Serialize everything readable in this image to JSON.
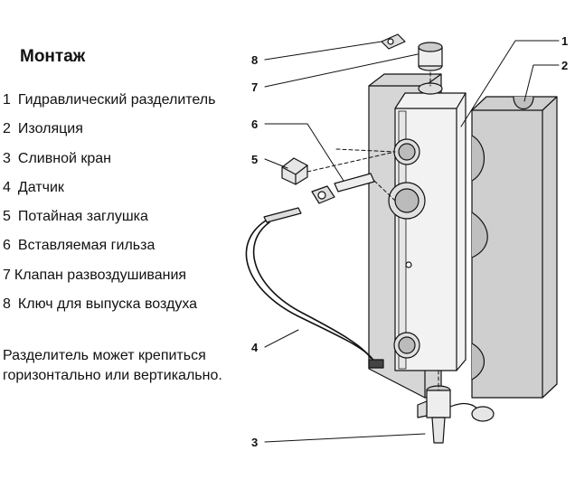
{
  "title": "Монтаж",
  "items": [
    {
      "num": "1",
      "label": "Гидравлический разделитель"
    },
    {
      "num": "2",
      "label": "Изоляция"
    },
    {
      "num": "3",
      "label": "Сливной кран"
    },
    {
      "num": "4",
      "label": "Датчик"
    },
    {
      "num": "5",
      "label": "Потайная заглушка"
    },
    {
      "num": "6",
      "label": "Вставляемая гильза"
    },
    {
      "num": "7",
      "label": "Клапан развоздушивания"
    },
    {
      "num": "8",
      "label": "Ключ для выпуска воздуха"
    }
  ],
  "note": "Разделитель может крепиться горизонтально или вертикально.",
  "callouts": {
    "c1": "1",
    "c2": "2",
    "c3": "3",
    "c4": "4",
    "c5": "5",
    "c6": "6",
    "c7": "7",
    "c8": "8"
  }
}
